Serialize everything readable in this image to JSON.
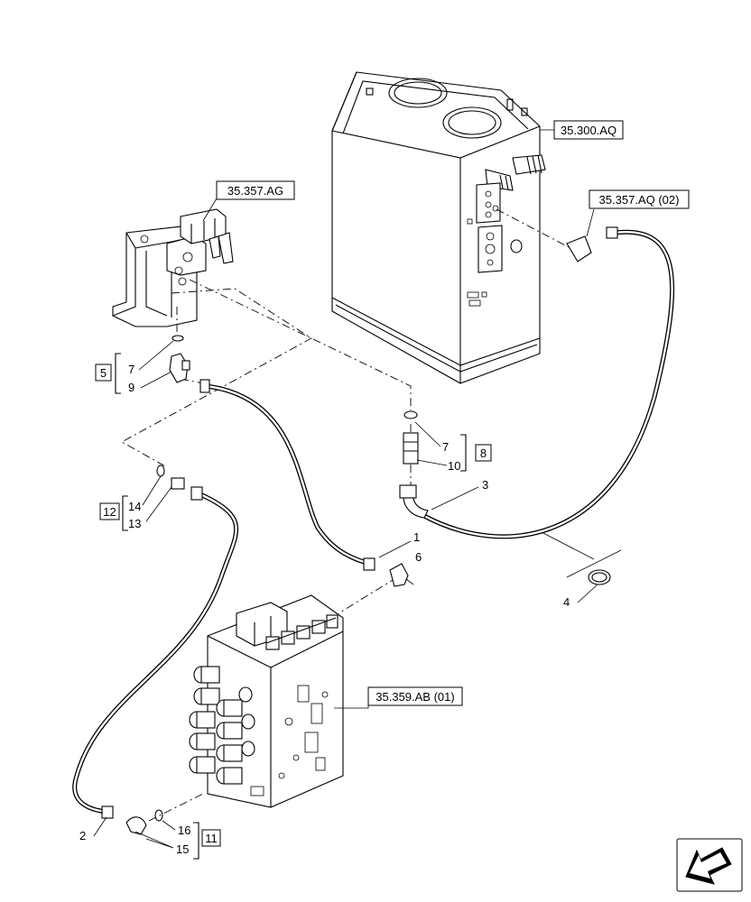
{
  "references": {
    "tank": "35.300.AQ",
    "bracket": "35.357.AG",
    "hose_right": "35.357.AQ (02)",
    "valve": "35.359.AB (01)"
  },
  "callouts": {
    "p1": "1",
    "p2": "2",
    "p3": "3",
    "p4": "4",
    "p6": "6",
    "p7a": "7",
    "p9": "9",
    "p7b": "7",
    "p10": "10",
    "p14": "14",
    "p13": "13",
    "p16": "16",
    "p15": "15"
  },
  "kits": {
    "k5": "5",
    "k8": "8",
    "k12": "12",
    "k11": "11"
  },
  "nav": {
    "icon": "back-arrow-icon"
  }
}
